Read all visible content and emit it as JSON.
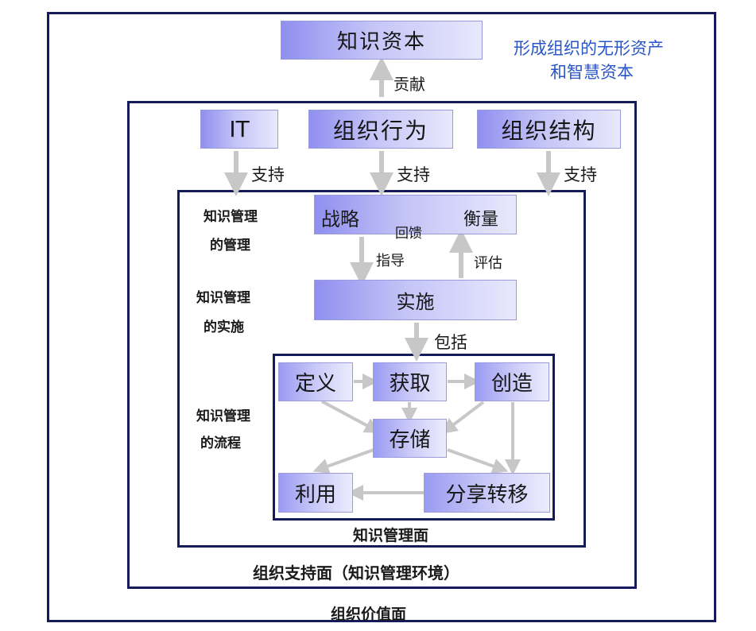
{
  "top": {
    "capital": "知识资本",
    "contribute": "贡献",
    "note_line1": "形成组织的无形资产",
    "note_line2": "和智慧资本",
    "note_color": "#2a55c7"
  },
  "support": {
    "it": "IT",
    "behavior": "组织行为",
    "structure": "组织结构",
    "support_label": "支持"
  },
  "management": {
    "strategy": "战略",
    "measure": "衡量",
    "feedback": "回馈",
    "guide": "指导",
    "evaluate": "评估",
    "implement": "实施",
    "include": "包括"
  },
  "process": {
    "define": "定义",
    "acquire": "获取",
    "create": "创造",
    "store": "存储",
    "use": "利用",
    "share": "分享转移"
  },
  "side_labels": {
    "mgmt_of_mgmt_1": "知识管理",
    "mgmt_of_mgmt_2": "的管理",
    "impl_1": "知识管理",
    "impl_2": "的实施",
    "proc_1": "知识管理",
    "proc_2": "的流程"
  },
  "faces": {
    "km_face": "知识管理面",
    "support_face": "组织支持面（知识管理环境）",
    "value_face": "组织价值面"
  },
  "colors": {
    "frame": "#141a5c",
    "arrow": "#c7c7c7"
  }
}
